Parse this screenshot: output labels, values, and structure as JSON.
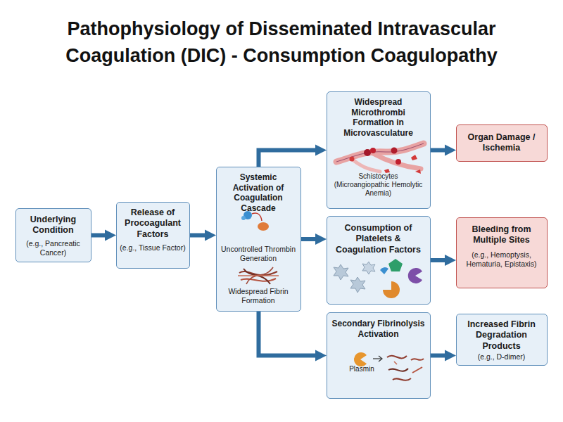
{
  "diagram": {
    "title": "Pathophysiology of Disseminated Intravascular Coagulation (DIC) - Consumption Coagulopathy",
    "nodes": [
      {
        "text": [
          "Underlying Condition",
          "(e.g., Pancreatic Cancer)"
        ]
      },
      {
        "text": [
          "Release of Procoagulant Factors",
          "(e.g., Tissue Factor)"
        ]
      },
      {
        "text": [
          "Systemic Activation of Coagulation Cascade",
          "Uncontrolled Thrombin Generation",
          "Widespread Fibrin Formation"
        ]
      },
      {
        "text": [
          "Widespread Microthrombi Formation in Microvasculature",
          "Schistocytes (Microangiopathic Hemolytic Anemia)"
        ]
      },
      {
        "text": [
          "Organ Damage / Ischemia"
        ]
      },
      {
        "text": [
          "Consumption of Platelets & Coagulation Factors"
        ]
      },
      {
        "text": [
          "Bleeding from Multiple Sites",
          "(e.g., Hemoptysis, Hematuria, Epistaxis)"
        ]
      },
      {
        "text": [
          "Secondary Fibrinolysis Activation",
          "Plasmin"
        ]
      },
      {
        "text": [
          "Increased Fibrin Degradation Products",
          "(e.g., D-dimer)"
        ]
      }
    ],
    "edges": [
      {
        "from": 0,
        "to": 1,
        "arrow": "to"
      },
      {
        "from": 1,
        "to": 2,
        "arrow": "to"
      },
      {
        "from": 2,
        "to": 3,
        "arrow": "to"
      },
      {
        "from": 3,
        "to": 4,
        "arrow": "to"
      },
      {
        "from": 2,
        "to": 5,
        "arrow": "to"
      },
      {
        "from": 5,
        "to": 6,
        "arrow": "to"
      },
      {
        "from": 2,
        "to": 7,
        "arrow": "to"
      },
      {
        "from": 7,
        "to": 8,
        "arrow": "to"
      }
    ]
  }
}
